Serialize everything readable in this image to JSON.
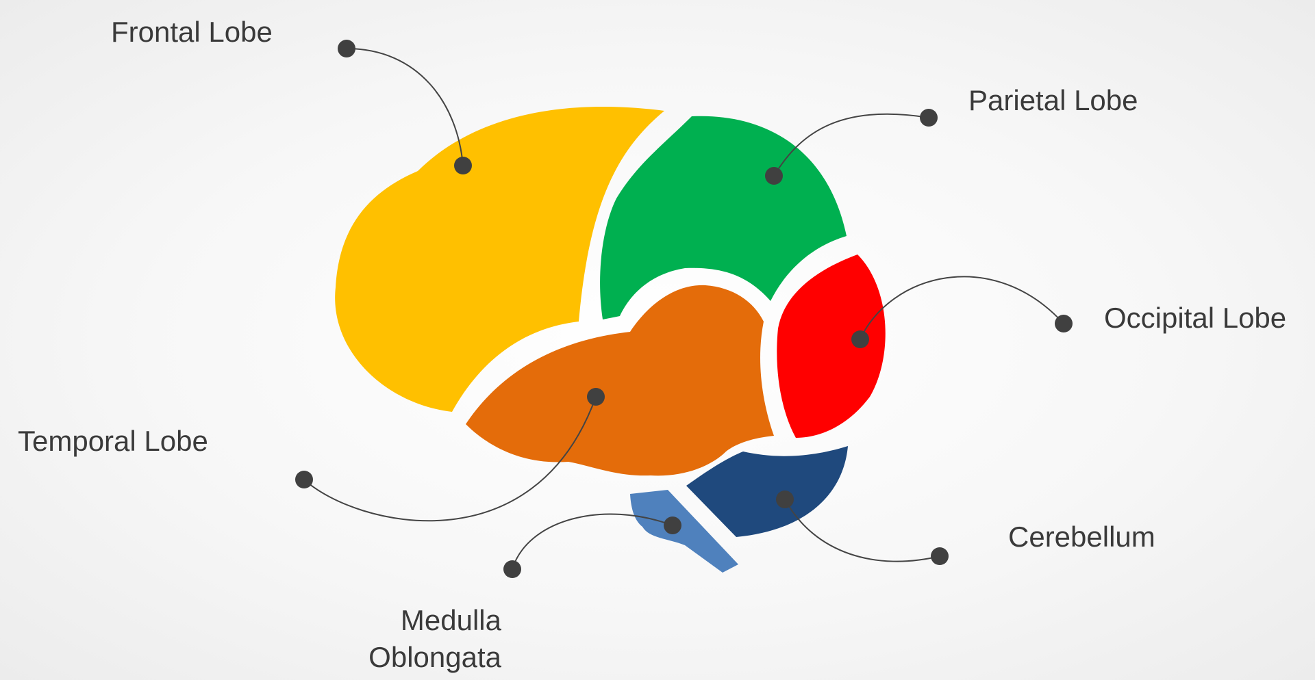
{
  "labels": {
    "frontal_lobe": "Frontal Lobe",
    "parietal_lobe": "Parietal Lobe",
    "occipital_lobe": "Occipital Lobe",
    "temporal_lobe": "Temporal Lobe",
    "cerebellum": "Cerebellum",
    "medulla_line1": "Medulla",
    "medulla_line2": "Oblongata"
  },
  "colors": {
    "frontal_lobe": "#FFC000",
    "parietal_lobe": "#00B050",
    "occipital_lobe": "#FF0000",
    "temporal_lobe": "#E46C0A",
    "cerebellum": "#1F497D",
    "medulla_oblongata": "#4F81BD",
    "connector": "#444444",
    "dot": "#404040"
  }
}
